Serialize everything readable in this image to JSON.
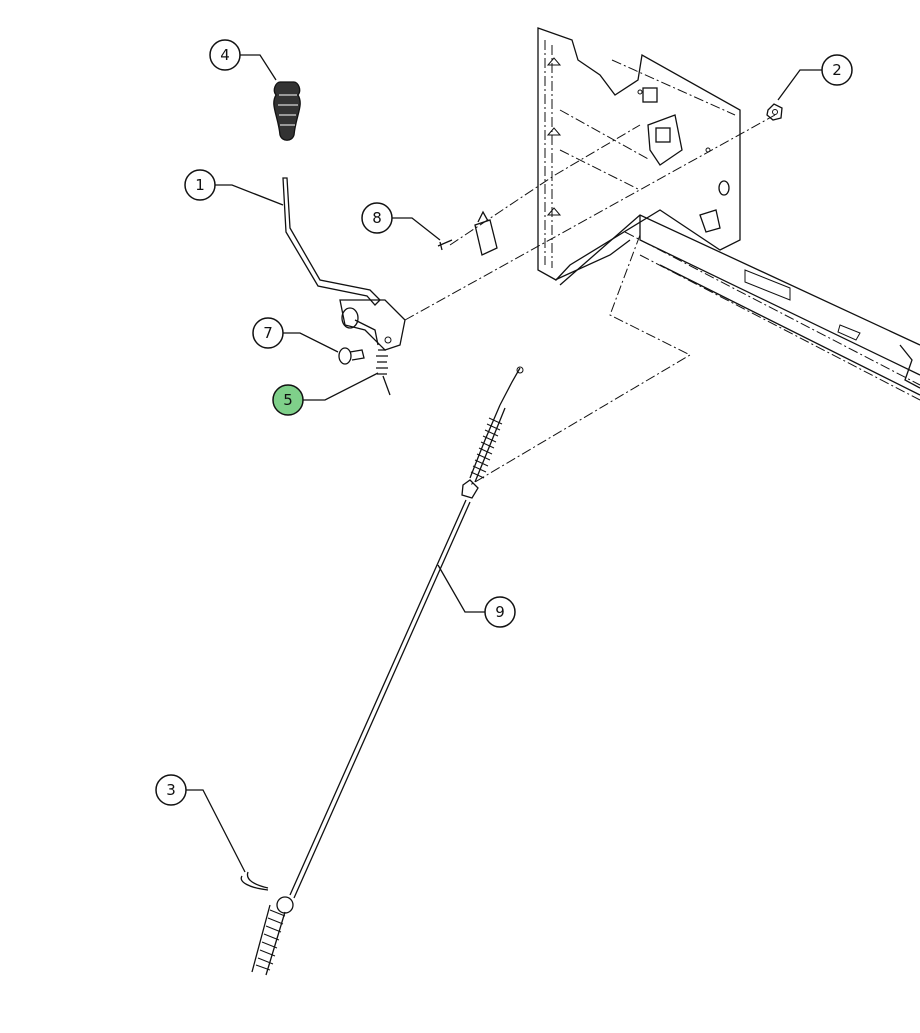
{
  "callouts": [
    {
      "id": "1",
      "label": "1",
      "highlight": false
    },
    {
      "id": "2",
      "label": "2",
      "highlight": false
    },
    {
      "id": "3",
      "label": "3",
      "highlight": false
    },
    {
      "id": "4",
      "label": "4",
      "highlight": false
    },
    {
      "id": "5",
      "label": "5",
      "highlight": true
    },
    {
      "id": "7",
      "label": "7",
      "highlight": false
    },
    {
      "id": "8",
      "label": "8",
      "highlight": false
    },
    {
      "id": "9",
      "label": "9",
      "highlight": false
    }
  ],
  "colors": {
    "ink": "#111111",
    "highlight": "#7fd08a",
    "background": "#ffffff"
  }
}
